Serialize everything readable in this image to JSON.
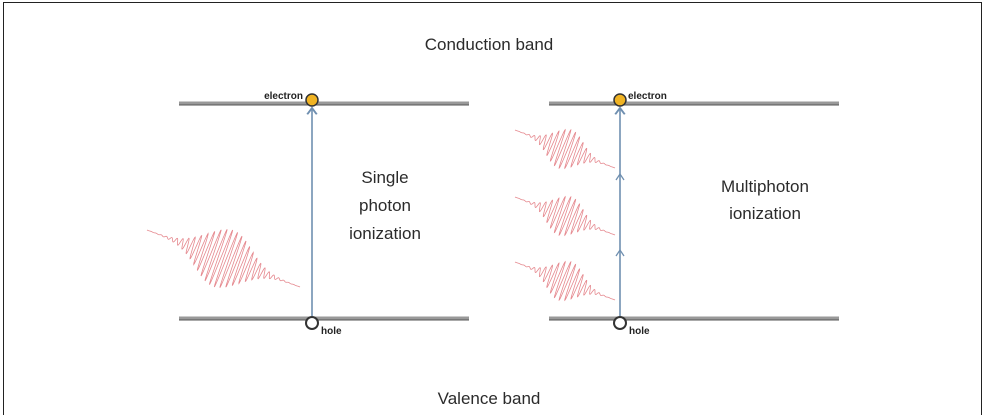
{
  "labels": {
    "conduction_band": "Conduction band",
    "valence_band": "Valence band",
    "single_line1": "Single",
    "single_line2": "photon",
    "single_line3": "ionization",
    "multi_line1": "Multiphoton",
    "multi_line2": "ionization",
    "electron_left": "electron",
    "electron_right": "electron",
    "hole_left": "hole",
    "hole_right": "hole"
  },
  "colors": {
    "band_line": "#8a8a8a",
    "arrow": "#6f8fb0",
    "electron_fill": "#f0b323",
    "pulse": "#e0737a"
  }
}
